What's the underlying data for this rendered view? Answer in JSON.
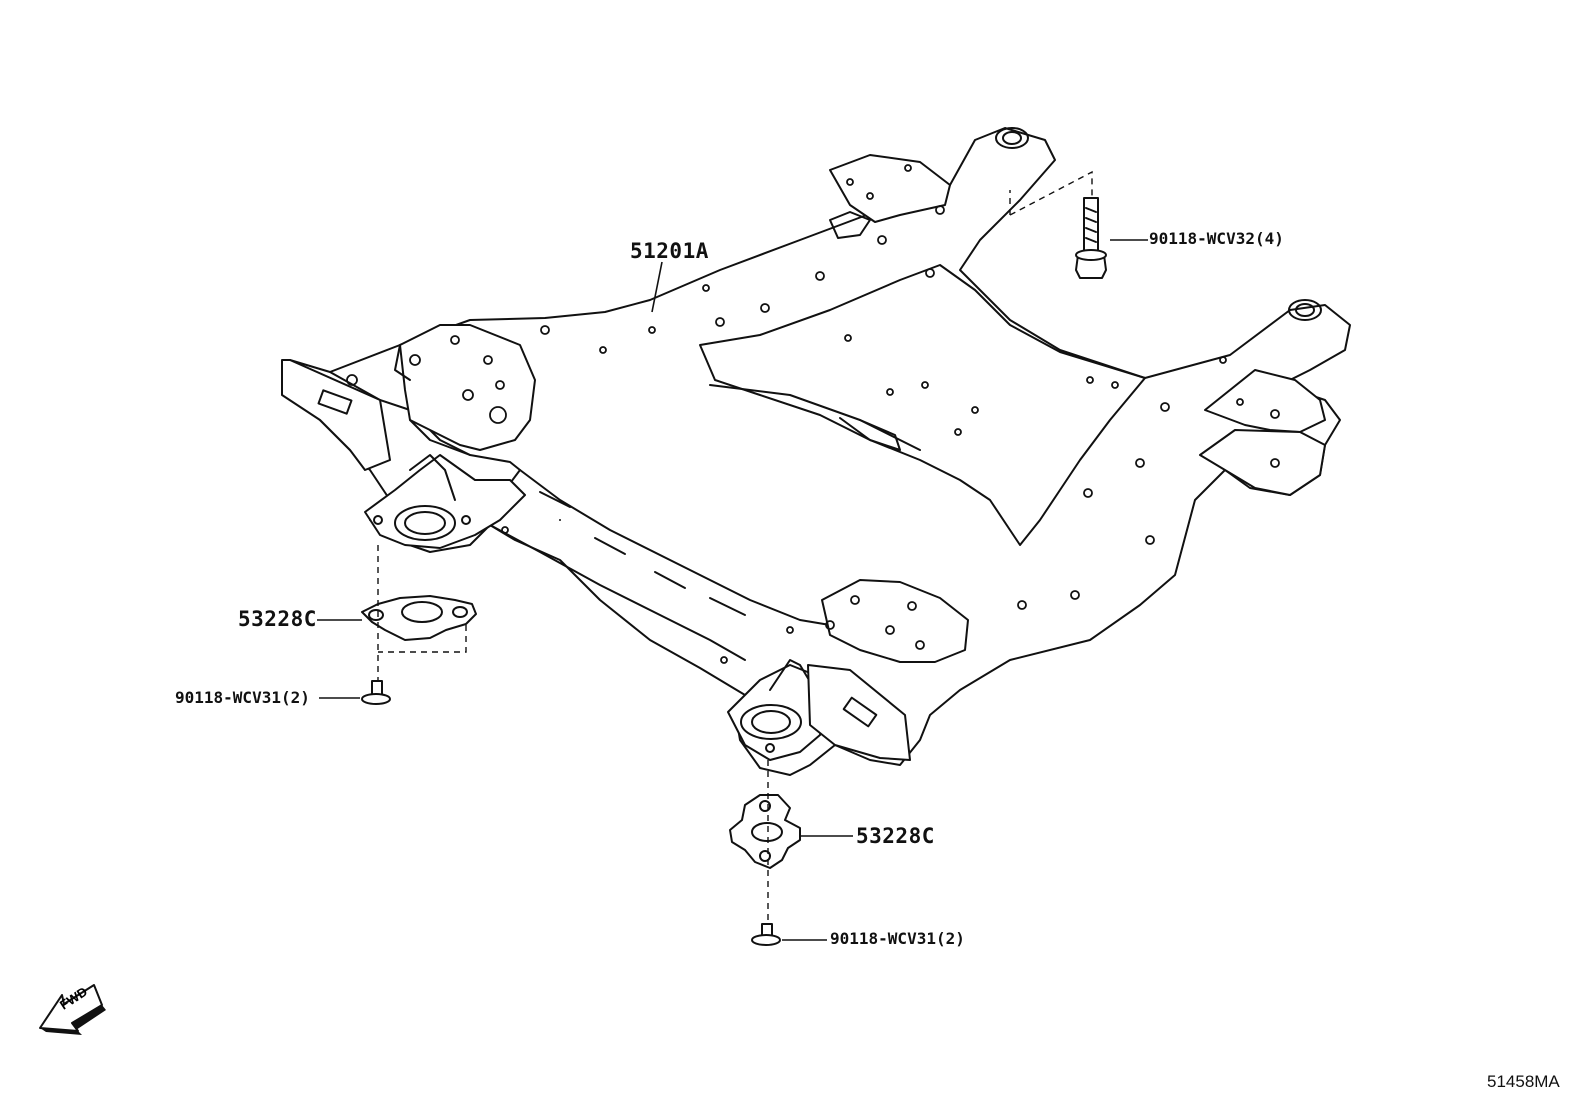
{
  "parts": {
    "crossmember": "51201A",
    "rear_bolt": "90118-WCV32(4)",
    "left_stopper": "53228C",
    "left_bolt": "90118-WCV31(2)",
    "right_stopper": "53228C",
    "right_bolt": "90118-WCV31(2)"
  },
  "direction_label": "FWD",
  "diagram_code": "51458MA"
}
